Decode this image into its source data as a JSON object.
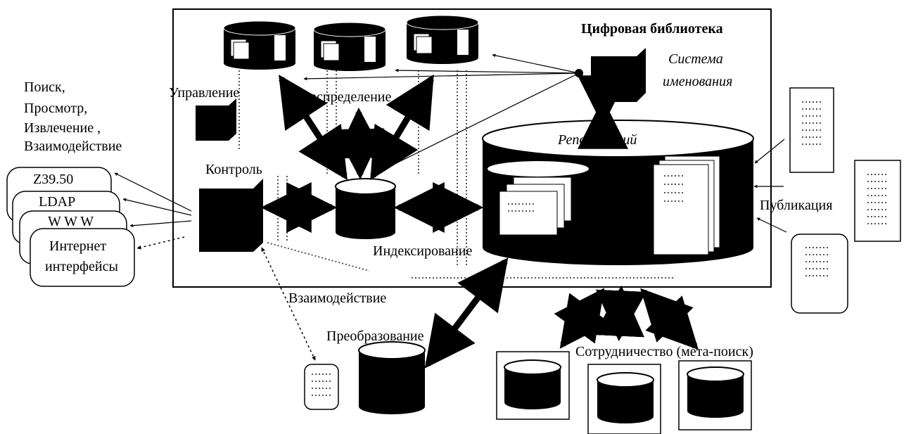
{
  "labels": {
    "title": "Цифровая библиотека",
    "naming_system_line1": "Система",
    "naming_system_line2": "именования",
    "management": "Управление",
    "distribution": "Распределение",
    "control": "Контроль",
    "indexing": "Индексирование",
    "repository": "Репозиторий",
    "publication": "Публикация",
    "interaction": "Взаимодействие",
    "transformation": "Преобразование",
    "cooperation": "Сотрудничество (мета-поиск)",
    "user_functions": [
      "Поиск,",
      "Просмотр,",
      "Извлечение ,",
      "Взаимодействие"
    ]
  },
  "interfaces": {
    "items": [
      "Z39.50",
      "LDAP",
      "W W W"
    ],
    "internet_line1": "Интернет",
    "internet_line2": "интерфейсы"
  },
  "colors": {
    "ink": "#000000",
    "paper": "#ffffff",
    "dots": "#555555"
  },
  "icons": [
    "database-cylinder-icon",
    "server-cube-icon",
    "document-icon",
    "card-stack-icon"
  ]
}
